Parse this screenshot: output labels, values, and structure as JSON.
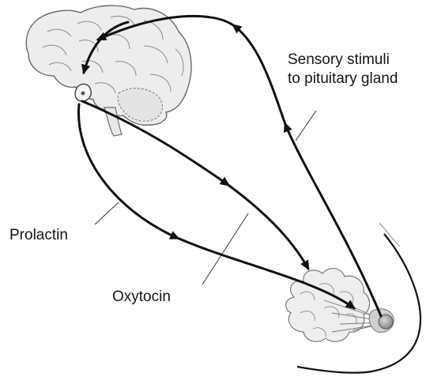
{
  "labels": {
    "sensory_line1": "Sensory stimuli",
    "sensory_line2": "to pituitary gland",
    "prolactin": "Prolactin",
    "oxytocin": "Oxytocin"
  },
  "colors": {
    "background": "#ffffff",
    "arrow": "#111111",
    "organ_fill": "#ececec",
    "organ_outline": "#6f6f6f",
    "nipple": "#9c9c9c"
  }
}
